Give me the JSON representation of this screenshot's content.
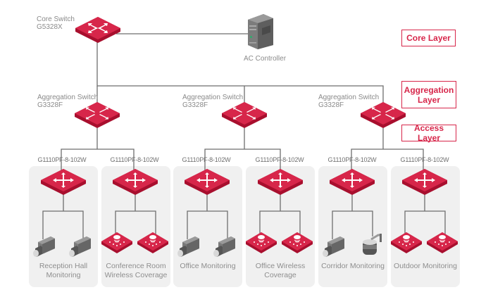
{
  "diagram": {
    "core": {
      "label": "Core Switch",
      "model": "G5328X",
      "icon": "core-switch-icon"
    },
    "controller": {
      "label": "AC Controller",
      "icon": "server-icon"
    },
    "layers": {
      "core": "Core Layer",
      "aggregation": "Aggregation Layer",
      "access": "Access Layer"
    },
    "aggregation": [
      {
        "label": "Aggregation Switch",
        "model": "G3328F"
      },
      {
        "label": "Aggregation Switch",
        "model": "G3328F"
      },
      {
        "label": "Aggregation Switch",
        "model": "G3328F"
      }
    ],
    "access": [
      {
        "model": "G1110PF-8-102W",
        "caption": "Reception Hall Monitoring",
        "devices": [
          "camera-icon",
          "camera-icon"
        ]
      },
      {
        "model": "G1110PF-8-102W",
        "caption": "Conference Room Wireless Coverage",
        "devices": [
          "access-point-icon",
          "access-point-icon"
        ]
      },
      {
        "model": "G1110PF-8-102W",
        "caption": "Office Monitoring",
        "devices": [
          "camera-icon",
          "camera-icon"
        ]
      },
      {
        "model": "G1110PF-8-102W",
        "caption": "Office Wireless Coverage",
        "devices": [
          "access-point-icon",
          "access-point-icon"
        ]
      },
      {
        "model": "G1110PF-8-102W",
        "caption": "Corridor Monitoring",
        "devices": [
          "camera-icon",
          "dome-camera-icon"
        ]
      },
      {
        "model": "G1110PF-8-102W",
        "caption": "Outdoor Monitoring",
        "devices": [
          "access-point-icon",
          "access-point-icon"
        ]
      }
    ],
    "colors": {
      "accent": "#d7264a",
      "line": "#6e6e6e",
      "panel": "#f0f0f0",
      "text": "#8a8a8a"
    }
  }
}
